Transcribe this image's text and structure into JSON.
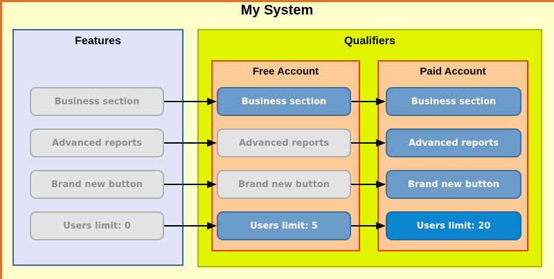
{
  "title": "My System",
  "features_panel": {
    "title": "Features",
    "items": [
      {
        "label": "Business section",
        "style": "gray"
      },
      {
        "label": "Advanced reports",
        "style": "gray"
      },
      {
        "label": "Brand new button",
        "style": "gray"
      },
      {
        "label": "Users limit: 0",
        "style": "gray"
      }
    ]
  },
  "qualifiers_panel": {
    "title": "Qualifiers",
    "accounts": [
      {
        "title": "Free Account",
        "items": [
          {
            "label": "Business section",
            "style": "blue"
          },
          {
            "label": "Advanced reports",
            "style": "gray"
          },
          {
            "label": "Brand new button",
            "style": "gray"
          },
          {
            "label": "Users limit: 5",
            "style": "blue"
          }
        ]
      },
      {
        "title": "Paid Account",
        "items": [
          {
            "label": "Business section",
            "style": "blue"
          },
          {
            "label": "Advanced reports",
            "style": "blue"
          },
          {
            "label": "Brand new button",
            "style": "blue"
          },
          {
            "label": "Users limit: 20",
            "style": "bright-blue"
          }
        ]
      }
    ]
  },
  "arrows": [
    {
      "from": "Features / Business section",
      "to": "Free Account / Business section"
    },
    {
      "from": "Features / Advanced reports",
      "to": "Free Account / Advanced reports"
    },
    {
      "from": "Features / Brand new button",
      "to": "Free Account / Brand new button"
    },
    {
      "from": "Features / Users limit: 0",
      "to": "Free Account / Users limit: 5"
    },
    {
      "from": "Free Account / Business section",
      "to": "Paid Account / Business section"
    },
    {
      "from": "Free Account / Advanced reports",
      "to": "Paid Account / Advanced reports"
    },
    {
      "from": "Free Account / Brand new button",
      "to": "Paid Account / Brand new button"
    },
    {
      "from": "Free Account / Users limit: 5",
      "to": "Paid Account / Users limit: 20"
    }
  ],
  "colors": {
    "page_background": "#FFFFCC",
    "frame_border": "#D6752E",
    "features_panel_background": "#E4E4F9",
    "features_panel_border": "#3D6699",
    "qualifiers_panel_background": "#E2F500",
    "qualifiers_panel_border": "#AFB400",
    "account_panel_background": "#FCCB97",
    "account_panel_border": "#F53C02",
    "gray_box_background": "#E4E4E4",
    "gray_box_text": "#8F8F8F",
    "blue_box_background": "#6D9BC9",
    "blue_box_border": "#41719C",
    "bright_blue_box_background": "#0A86CF",
    "box_text_light": "#FFFFFF",
    "arrow": "#000000"
  }
}
